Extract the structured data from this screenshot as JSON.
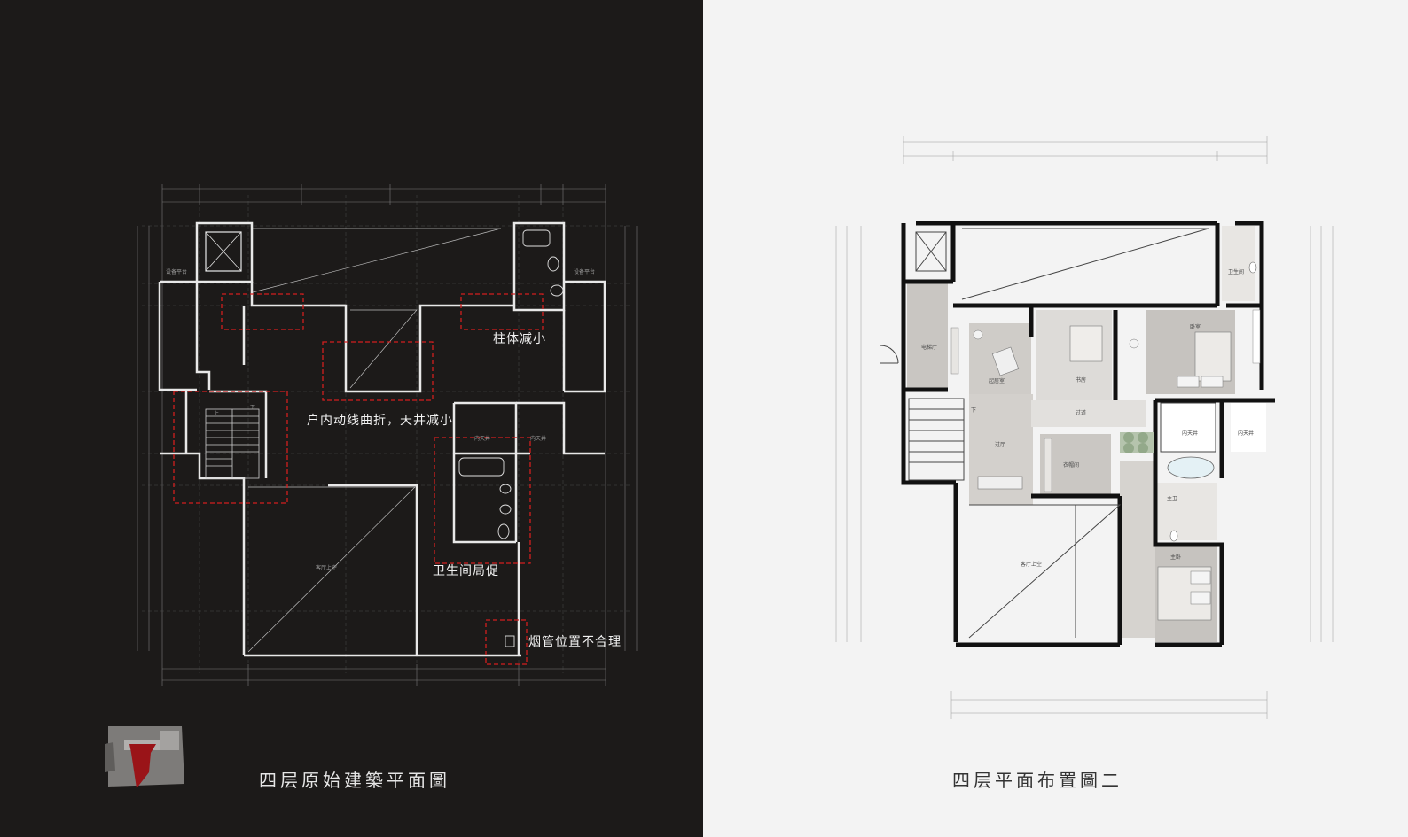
{
  "left_panel": {
    "title": "四层原始建築平面圖",
    "annotations": {
      "columns": "柱体减小",
      "circulation": "户内动线曲折，天井减小",
      "bathroom": "卫生间局促",
      "flue": "烟管位置不合理"
    },
    "labels": {
      "equipment_left": "设备平台",
      "equipment_right": "设备平台",
      "inner_courtyard_1": "内天井",
      "inner_courtyard_2": "内天井",
      "living_void": "客厅上空",
      "stair_up": "上",
      "stair_down": "下"
    }
  },
  "right_panel": {
    "title": "四层平面布置圖二",
    "rooms": {
      "elevator_hall": "电梯厅",
      "lounge": "起居室",
      "study": "书房",
      "bedroom": "卧室",
      "bathroom": "卫生间",
      "corridor": "过道",
      "hall": "过厅",
      "wardrobe": "衣帽间",
      "master_bath": "主卫",
      "master_bed": "主卧",
      "inner_courtyard_1": "内天井",
      "inner_courtyard_2": "内天井",
      "living_void": "客厅上空",
      "stair_down": "下"
    }
  },
  "colors": {
    "left_background": "#1c1a19",
    "right_background": "#f3f3f3",
    "annotation_red": "#d11f1f",
    "floor_gray": "#c9c6c2",
    "wall": "#111111",
    "key_plan_red": "#9a1418"
  }
}
